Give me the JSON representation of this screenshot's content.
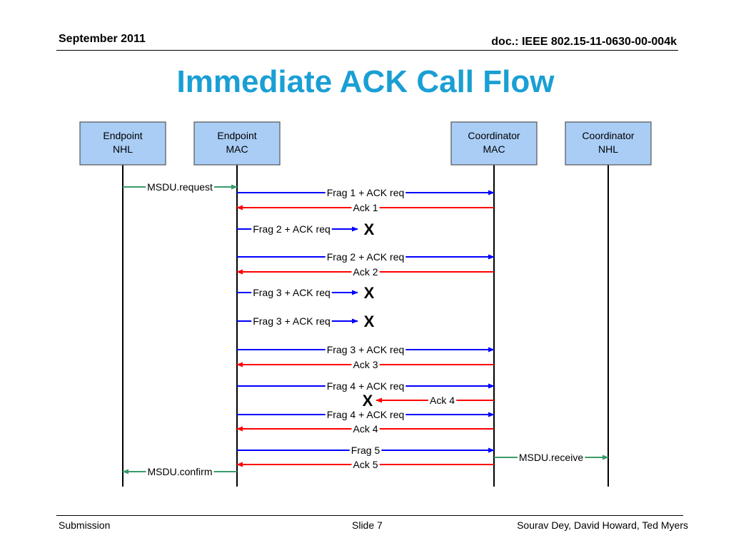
{
  "header": {
    "date": "September 2011",
    "doc": "doc.: IEEE 802.15-11-0630-00-004k"
  },
  "title": "Immediate ACK Call Flow",
  "lifelines": [
    {
      "id": "ep_nhl",
      "label_lines": [
        "Endpoint",
        "NHL"
      ]
    },
    {
      "id": "ep_mac",
      "label_lines": [
        "Endpoint",
        "MAC"
      ]
    },
    {
      "id": "co_mac",
      "label_lines": [
        "Coordinator",
        "MAC"
      ]
    },
    {
      "id": "co_nhl",
      "label_lines": [
        "Coordinator",
        "NHL"
      ]
    }
  ],
  "messages": [
    {
      "label": "MSDU.request",
      "from": "ep_nhl",
      "to": "ep_mac",
      "kind": "primitive"
    },
    {
      "label": "Frag 1 + ACK req",
      "from": "ep_mac",
      "to": "co_mac",
      "kind": "frag"
    },
    {
      "label": "Ack 1",
      "from": "co_mac",
      "to": "ep_mac",
      "kind": "ack"
    },
    {
      "label": "Frag 2 + ACK req",
      "from": "ep_mac",
      "to": "co_mac",
      "kind": "frag",
      "lost": true
    },
    {
      "label": "Frag 2 + ACK req",
      "from": "ep_mac",
      "to": "co_mac",
      "kind": "frag"
    },
    {
      "label": "Ack 2",
      "from": "co_mac",
      "to": "ep_mac",
      "kind": "ack"
    },
    {
      "label": "Frag 3 + ACK req",
      "from": "ep_mac",
      "to": "co_mac",
      "kind": "frag",
      "lost": true
    },
    {
      "label": "Frag 3 + ACK req",
      "from": "ep_mac",
      "to": "co_mac",
      "kind": "frag",
      "lost": true
    },
    {
      "label": "Frag 3 + ACK req",
      "from": "ep_mac",
      "to": "co_mac",
      "kind": "frag"
    },
    {
      "label": "Ack 3",
      "from": "co_mac",
      "to": "ep_mac",
      "kind": "ack"
    },
    {
      "label": "Frag 4 + ACK req",
      "from": "ep_mac",
      "to": "co_mac",
      "kind": "frag"
    },
    {
      "label": "Ack 4",
      "from": "co_mac",
      "to": "ep_mac",
      "kind": "ack",
      "lost": true
    },
    {
      "label": "Frag 4 + ACK req",
      "from": "ep_mac",
      "to": "co_mac",
      "kind": "frag"
    },
    {
      "label": "Ack 4",
      "from": "co_mac",
      "to": "ep_mac",
      "kind": "ack"
    },
    {
      "label": "Frag 5",
      "from": "ep_mac",
      "to": "co_mac",
      "kind": "frag"
    },
    {
      "label": "MSDU.receive",
      "from": "co_mac",
      "to": "co_nhl",
      "kind": "primitive"
    },
    {
      "label": "Ack 5",
      "from": "co_mac",
      "to": "ep_mac",
      "kind": "ack"
    },
    {
      "label": "MSDU.confirm",
      "from": "ep_mac",
      "to": "ep_nhl",
      "kind": "primitive"
    }
  ],
  "lost_marker": "X",
  "colors": {
    "box_fill": "#a9cdf5",
    "box_stroke": "#555555",
    "frag": "#0000ff",
    "ack": "#ff0000",
    "primitive": "#3a9a6a",
    "title": "#1a9fd4"
  },
  "footer": {
    "left": "Submission",
    "center": "Slide 7",
    "right": "Sourav Dey, David Howard, Ted Myers"
  }
}
